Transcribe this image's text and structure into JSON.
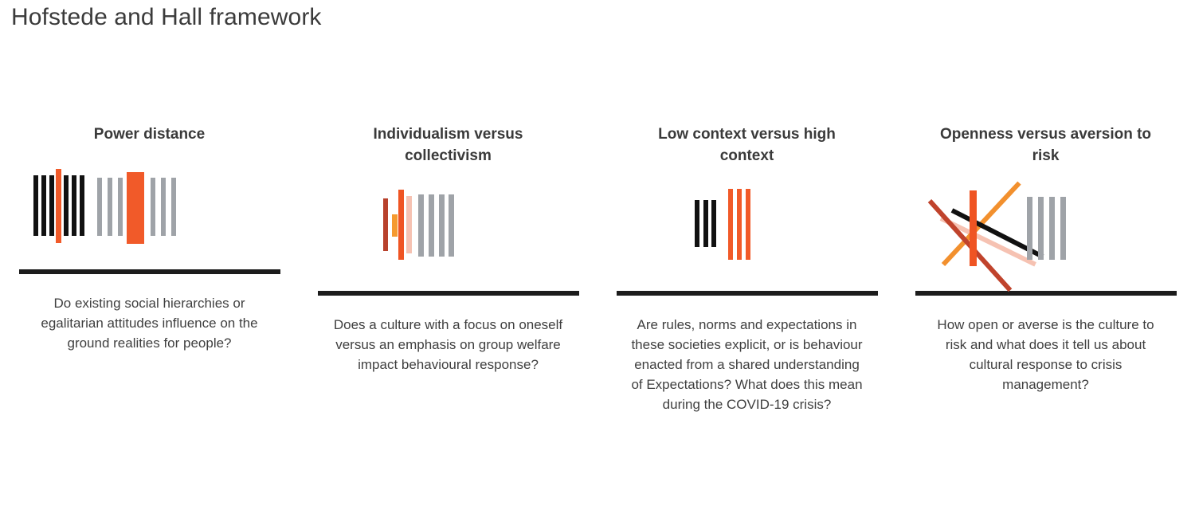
{
  "slide": {
    "title": "Hofstede and Hall framework",
    "background": "#ffffff",
    "title_color": "#3b3b3b",
    "rule_color": "#1c1c1c"
  },
  "palette": {
    "black": "#111111",
    "grey": "#9fa3a8",
    "orange": "#f15a29",
    "orange_bright": "#ef5423",
    "amber": "#f59a30",
    "dark_red": "#b8412c",
    "salmon": "#f6c2b2",
    "text": "#3f3f3f"
  },
  "columns": [
    {
      "id": "power-distance",
      "heading": "Power distance",
      "body": "Do existing social hierarchies or egalitarian attitudes influence on the ground realities for people?",
      "icon": {
        "name": "bars-black-orange-grey-icon",
        "description": "Two groups of vertical bars: three black bars, a tall orange bar, three black bars; then three grey bars, a wide orange block, three grey bars."
      }
    },
    {
      "id": "individualism-versus-collectivism",
      "heading": "Individualism versus collectivism",
      "body": "Does a culture with a focus on oneself versus an emphasis on group welfare impact behavioural response?",
      "icon": {
        "name": "bars-warm-and-grey-icon",
        "description": "Dark red bar, short amber bar, tall orange bar, salmon bar, then four grey bars."
      }
    },
    {
      "id": "low-context-versus-high-context",
      "heading": "Low context versus high context",
      "body": "Are rules, norms and expectations in these societies explicit, or is behaviour enacted from a shared understanding of Expectations? What does this mean during the COVID-19 crisis?",
      "icon": {
        "name": "bars-black-and-orange-icon",
        "description": "Three short black bars and three tall orange bars."
      }
    },
    {
      "id": "openness-versus-aversion-to-risk",
      "heading": "Openness versus aversion to risk",
      "body": "How open or averse is the culture to risk and what does it tell us about cultural response to crisis management?",
      "icon": {
        "name": "crossing-lines-and-grey-bars-icon",
        "description": "Crossing diagonal lines in dark red, black, orange and salmon over a vertical orange bar, beside four grey vertical bars."
      }
    }
  ]
}
